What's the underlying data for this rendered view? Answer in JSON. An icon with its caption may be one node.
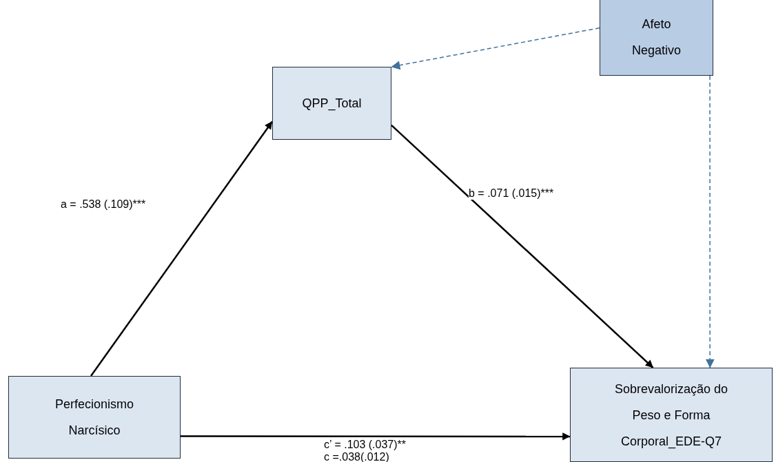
{
  "diagram": {
    "nodes": [
      {
        "text": [
          "QPP_Total"
        ]
      },
      {
        "text": [
          "Afeto Negativo"
        ]
      },
      {
        "text": [
          "Perfecionismo Narcísico"
        ]
      },
      {
        "text": [
          "Sobrevalorização do Peso e Forma Corporal_EDE-Q7"
        ]
      }
    ],
    "edges": [
      {
        "from": 2,
        "to": 0,
        "arrow": "to",
        "label": "a = .538 (.109)***"
      },
      {
        "from": 0,
        "to": 3,
        "arrow": "to",
        "label": "b = .071 (.015)***"
      },
      {
        "from": 2,
        "to": 3,
        "arrow": "to",
        "label": "c’ = .103 (.037)**"
      },
      {
        "from": 1,
        "to": 0,
        "arrow": "to",
        "style": "dashed",
        "color": "#41719c"
      },
      {
        "from": 1,
        "to": 3,
        "arrow": "to",
        "style": "dashed",
        "color": "#41719c"
      }
    ],
    "labels": [
      "c =.038(.012)"
    ]
  }
}
